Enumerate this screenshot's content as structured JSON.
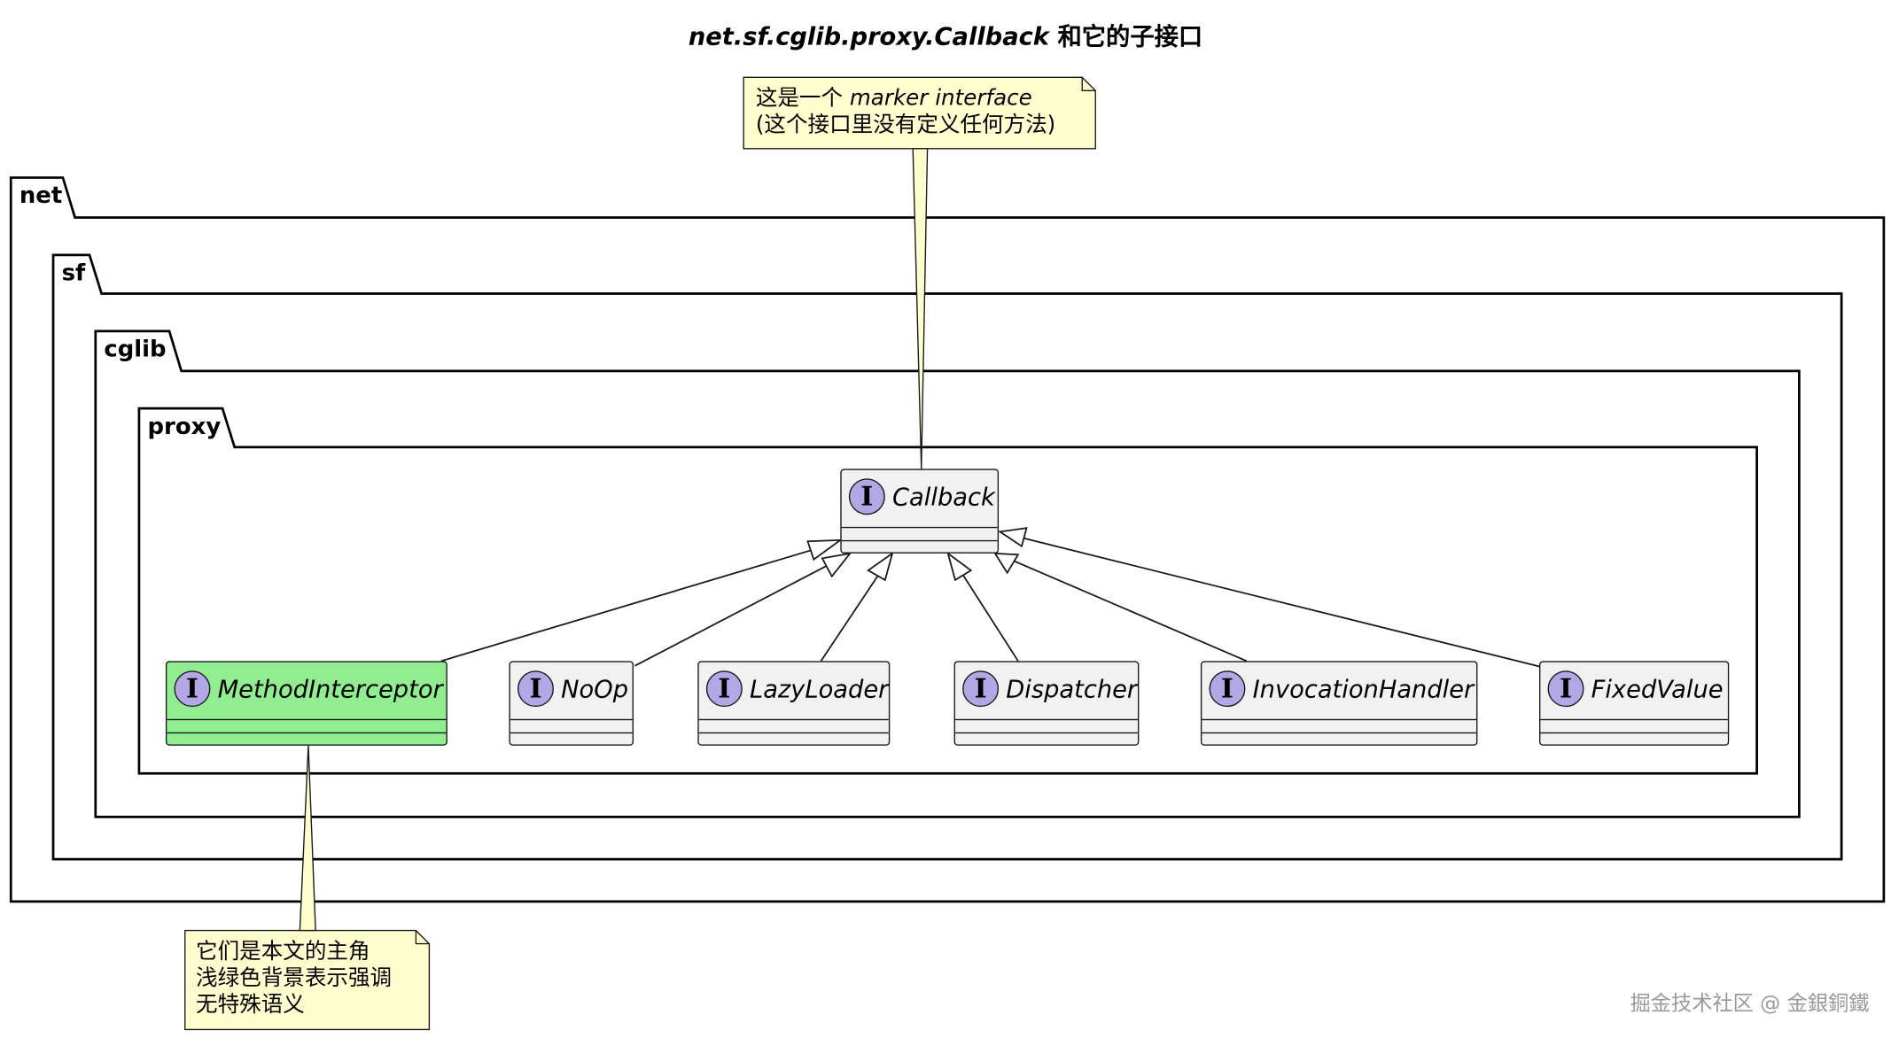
{
  "diagram": {
    "title_code": "net.sf.cglib.proxy.Callback",
    "title_suffix": " 和它的子接口",
    "packages": [
      "net",
      "sf",
      "cglib",
      "proxy"
    ],
    "interface_badge": "I",
    "root": {
      "name": "Callback"
    },
    "subinterfaces": [
      {
        "name": "MethodInterceptor",
        "highlight": true,
        "color": "#90ee90"
      },
      {
        "name": "NoOp",
        "highlight": false
      },
      {
        "name": "LazyLoader",
        "highlight": false
      },
      {
        "name": "Dispatcher",
        "highlight": false
      },
      {
        "name": "InvocationHandler",
        "highlight": false
      },
      {
        "name": "FixedValue",
        "highlight": false
      }
    ],
    "note_top": {
      "line1_prefix": "这是一个 ",
      "line1_italic": "marker interface",
      "line2": "(这个接口里没有定义任何方法)"
    },
    "note_bottom": {
      "lines": [
        "它们是本文的主角",
        "浅绿色背景表示强调",
        "无特殊语义"
      ]
    },
    "colors": {
      "interface_fill": "#f1f1f1",
      "badge_fill": "#b4a7e5",
      "note_fill": "#fefece",
      "highlight_fill": "#90ee90"
    }
  },
  "watermark": "掘金技术社区 @ 金銀銅鐵"
}
